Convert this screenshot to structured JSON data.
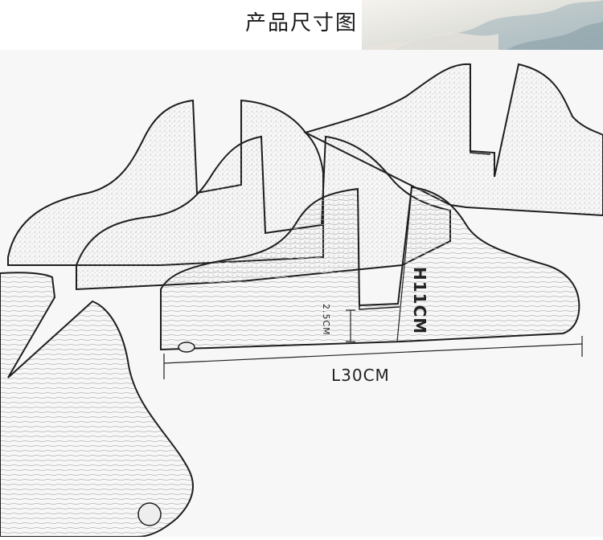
{
  "header": {
    "title": "产品尺寸图"
  },
  "dimensions": {
    "length": "L30CM",
    "height": "H11CM",
    "base_height": "2.5CM"
  },
  "colors": {
    "outline": "#1e1e1e",
    "paper": "#f7f7f7",
    "grain": "#b5b5b5",
    "wash": "#bcc8cc"
  }
}
